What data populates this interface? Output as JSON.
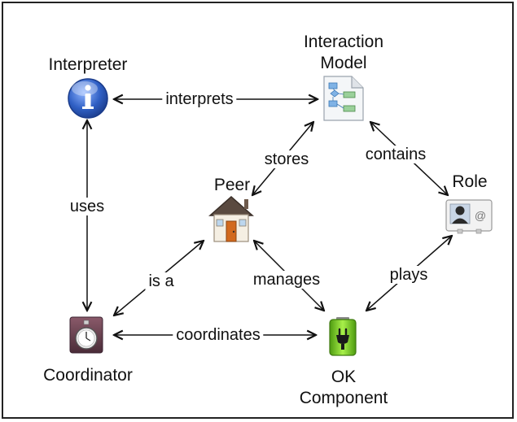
{
  "nodes": {
    "interpreter": {
      "label": "Interpreter",
      "icon": "info-icon"
    },
    "interaction_model": {
      "label_line1": "Interaction",
      "label_line2": "Model",
      "icon": "document-flowchart-icon"
    },
    "peer": {
      "label": "Peer",
      "icon": "house-icon"
    },
    "role": {
      "label": "Role",
      "icon": "contact-card-icon"
    },
    "coordinator": {
      "label": "Coordinator",
      "icon": "stopwatch-icon"
    },
    "ok_component": {
      "label_line1": "OK",
      "label_line2": "Component",
      "icon": "battery-plug-icon"
    }
  },
  "edges": {
    "interprets": "interprets",
    "uses": "uses",
    "stores": "stores",
    "contains": "contains",
    "is_a": "is a",
    "manages": "manages",
    "plays": "plays",
    "coordinates": "coordinates"
  },
  "colors": {
    "info_blue": "#2f5fc4",
    "battery_green": "#7ed321",
    "house_roof": "#5a4a40",
    "door_orange": "#d2691e",
    "arrow": "#111111"
  }
}
